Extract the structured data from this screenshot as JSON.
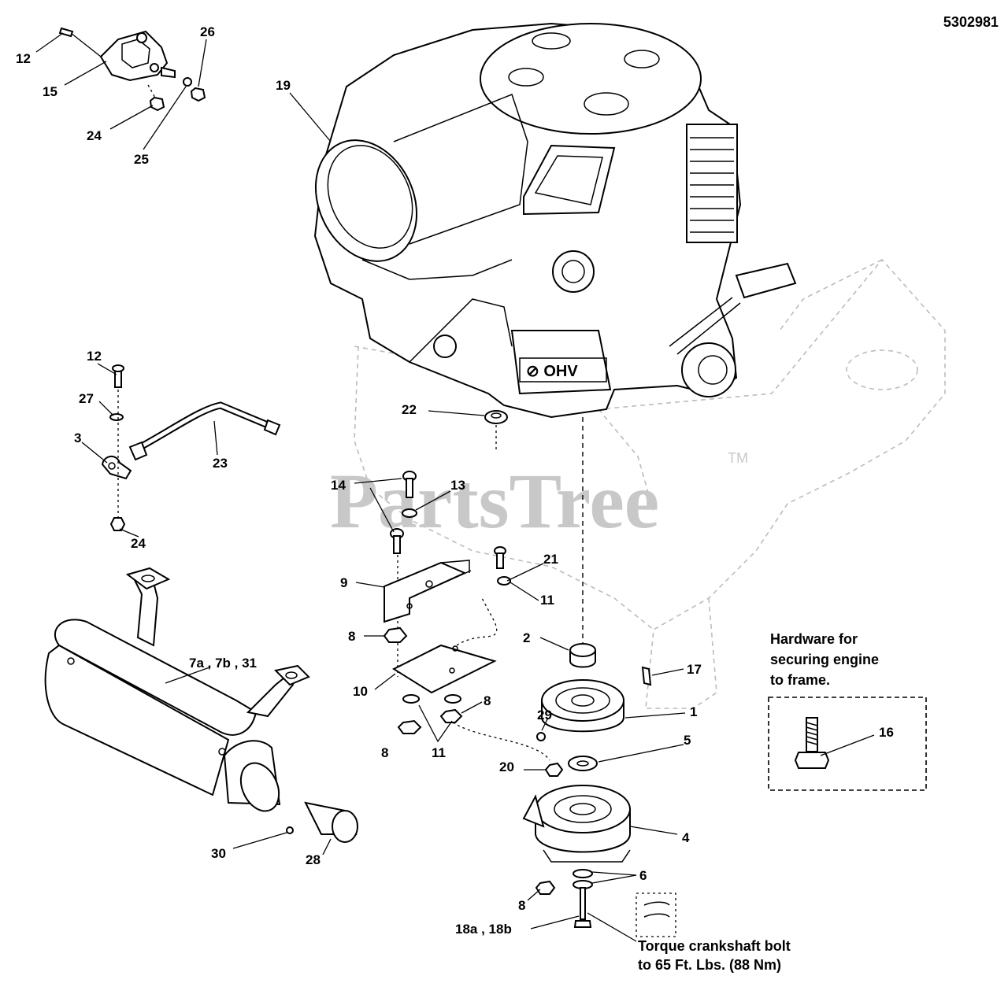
{
  "diagram_id": "5302981",
  "watermark": {
    "text": "PartsTree",
    "tm": "TM"
  },
  "hardware_note": [
    "Hardware for",
    "securing engine",
    "to frame."
  ],
  "torque_note": [
    "Torque crankshaft bolt",
    "to 65 Ft. Lbs. (88 Nm)"
  ],
  "callouts": {
    "c12a": "12",
    "c15": "15",
    "c26": "26",
    "c24a": "24",
    "c25": "25",
    "c19": "19",
    "c12b": "12",
    "c27": "27",
    "c3": "3",
    "c23": "23",
    "c24b": "24",
    "c22": "22",
    "c14": "14",
    "c13": "13",
    "c9": "9",
    "c21": "21",
    "c11a": "11",
    "c8a": "8",
    "c2": "2",
    "c17": "17",
    "c7": "7a , 7b , 31",
    "c10": "10",
    "c8b": "8",
    "c29": "29",
    "c1": "1",
    "c8c": "8",
    "c11b": "11",
    "c5": "5",
    "c16": "16",
    "c20": "20",
    "c4": "4",
    "c30": "30",
    "c28": "28",
    "c6": "6",
    "c8d": "8",
    "c18": "18a , 18b"
  }
}
